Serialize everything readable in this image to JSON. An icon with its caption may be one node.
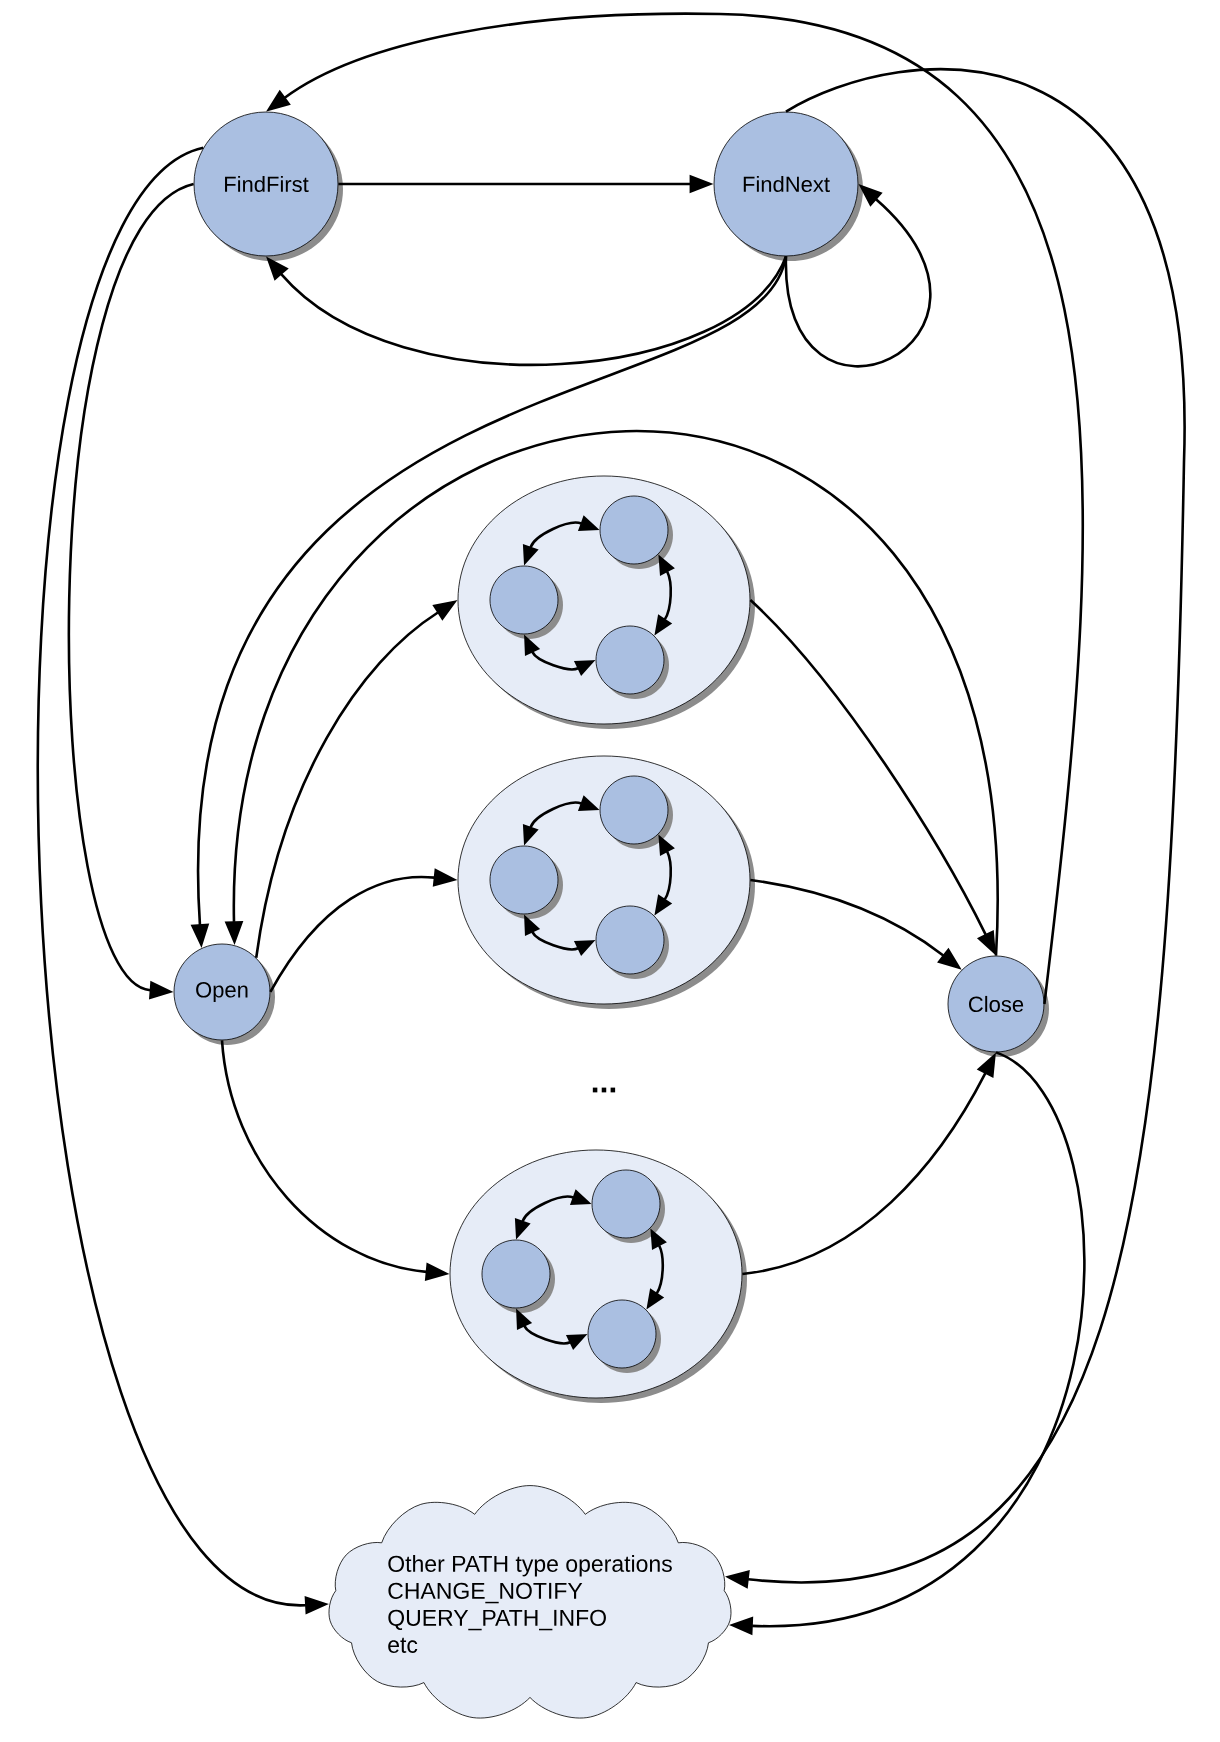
{
  "diagram": {
    "nodes": [
      {
        "text": [
          "FindFirst"
        ]
      },
      {
        "text": [
          "FindNext"
        ]
      },
      {
        "text": [],
        "shape": "ellipse"
      },
      {
        "text": [],
        "shape": "circle",
        "in": 2
      },
      {
        "text": [],
        "shape": "circle",
        "in": 2
      },
      {
        "text": [],
        "shape": "circle",
        "in": 2
      },
      {
        "text": [],
        "shape": "ellipse"
      },
      {
        "text": [],
        "shape": "circle",
        "in": 6
      },
      {
        "text": [],
        "shape": "circle",
        "in": 6
      },
      {
        "text": [],
        "shape": "circle",
        "in": 6
      },
      {
        "text": [
          "Open"
        ]
      },
      {
        "text": [
          "Close"
        ]
      },
      {
        "text": [],
        "shape": "ellipse"
      },
      {
        "text": [],
        "shape": "circle",
        "in": 12
      },
      {
        "text": [],
        "shape": "circle",
        "in": 12
      },
      {
        "text": [],
        "shape": "circle",
        "in": 12
      },
      {
        "text": [
          "Other PATH type operations",
          "CHANGE_NOTIFY",
          "QUERY_PATH_INFO",
          "etc"
        ]
      }
    ],
    "edges": [
      {
        "from": 0,
        "to": 1,
        "arrow": "to"
      },
      {
        "from": 1,
        "to": 0,
        "arrow": "to"
      },
      {
        "from": 1,
        "to": 1,
        "arrow": "to"
      },
      {
        "from": 1,
        "to": 10,
        "arrow": "to"
      },
      {
        "from": 11,
        "to": 10,
        "arrow": "to"
      },
      {
        "from": 0,
        "to": 10,
        "arrow": "to"
      },
      {
        "from": 0,
        "to": 16,
        "arrow": "to"
      },
      {
        "from": 11,
        "to": 0,
        "arrow": "to"
      },
      {
        "from": 1,
        "to": 16,
        "arrow": "to"
      },
      {
        "from": 11,
        "to": 16,
        "arrow": "to"
      },
      {
        "from": 10,
        "to": 2,
        "arrow": "to"
      },
      {
        "from": 10,
        "to": 6,
        "arrow": "to"
      },
      {
        "from": 10,
        "to": 12,
        "arrow": "to"
      },
      {
        "from": 2,
        "to": 11,
        "arrow": "to"
      },
      {
        "from": 6,
        "to": 11,
        "arrow": "to"
      },
      {
        "from": 12,
        "to": 11,
        "arrow": "to"
      },
      {
        "from": 4,
        "to": 3,
        "arrow": "both"
      },
      {
        "from": 3,
        "to": 5,
        "arrow": "both"
      },
      {
        "from": 4,
        "to": 5,
        "arrow": "both"
      },
      {
        "from": 8,
        "to": 7,
        "arrow": "both"
      },
      {
        "from": 7,
        "to": 9,
        "arrow": "both"
      },
      {
        "from": 8,
        "to": 9,
        "arrow": "both"
      },
      {
        "from": 14,
        "to": 13,
        "arrow": "both"
      },
      {
        "from": 13,
        "to": 15,
        "arrow": "both"
      },
      {
        "from": 14,
        "to": 15,
        "arrow": "both"
      }
    ],
    "labels": [
      "..."
    ]
  }
}
